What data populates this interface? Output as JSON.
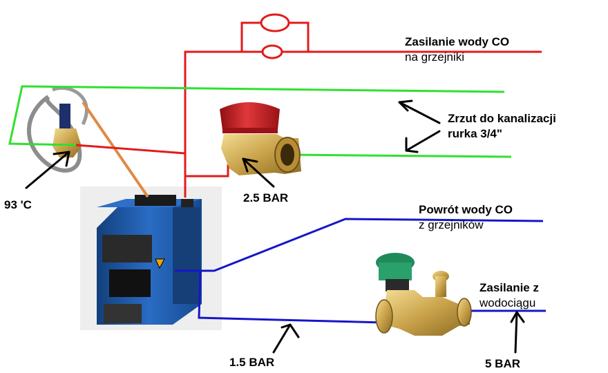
{
  "labels": {
    "supply_line1": "Zasilanie wody CO",
    "supply_line2": "na grzejniki",
    "drain_line1": "Zrzut do kanalizacji",
    "drain_line2": "rurka 3/4\"",
    "return_line1": "Powrót wody CO",
    "return_line2": "z grzejników",
    "mains_line1": "Zasilanie z",
    "mains_line2": "wodociągu",
    "temp_valve": "93 'C",
    "safety_valve": "2.5 BAR",
    "return_pressure": "1.5 BAR",
    "mains_pressure": "5 BAR"
  },
  "colors": {
    "supply_pipe": "#e21b1b",
    "drain_pipe": "#2fe02f",
    "return_pipe": "#1616c8",
    "boiler_body": "#1d5fb3",
    "valve_cap_red": "#c8181c",
    "valve_cap_green": "#1f8a5a",
    "brass": "#c9a24a"
  },
  "icons": [
    "arrow-icon"
  ]
}
